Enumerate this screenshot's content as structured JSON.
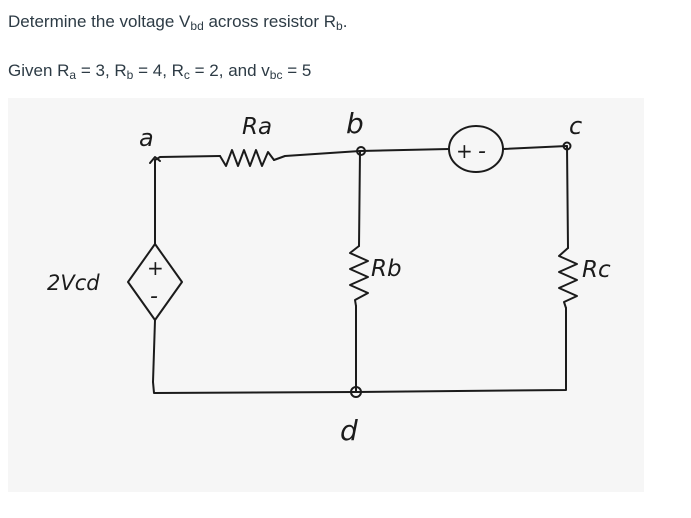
{
  "question": {
    "prefix": "Determine the voltage V",
    "voltage_sub": "bd",
    "middle": " across resistor R",
    "resistor_sub": "b",
    "suffix": "."
  },
  "given": {
    "parts": [
      {
        "text": "Given R",
        "sub": "a"
      },
      {
        "text": " = 3, R",
        "sub": "b"
      },
      {
        "text": " = 4, R",
        "sub": "c"
      },
      {
        "text": " = 2, and v",
        "sub": "bc"
      },
      {
        "text": " = 5",
        "sub": ""
      }
    ]
  },
  "circuit": {
    "node_labels": {
      "a": "a",
      "b": "b",
      "c": "c",
      "d": "d"
    },
    "resistor_labels": {
      "ra": "Ra",
      "rb": "Rb",
      "rc": "Rc"
    },
    "dependent_source_label": "2Vcd",
    "source_plus": "+",
    "source_minus": "-",
    "ink_color": "#1b1b1b",
    "panel_color": "#f6f6f6",
    "text_color": "#2d3b45"
  }
}
